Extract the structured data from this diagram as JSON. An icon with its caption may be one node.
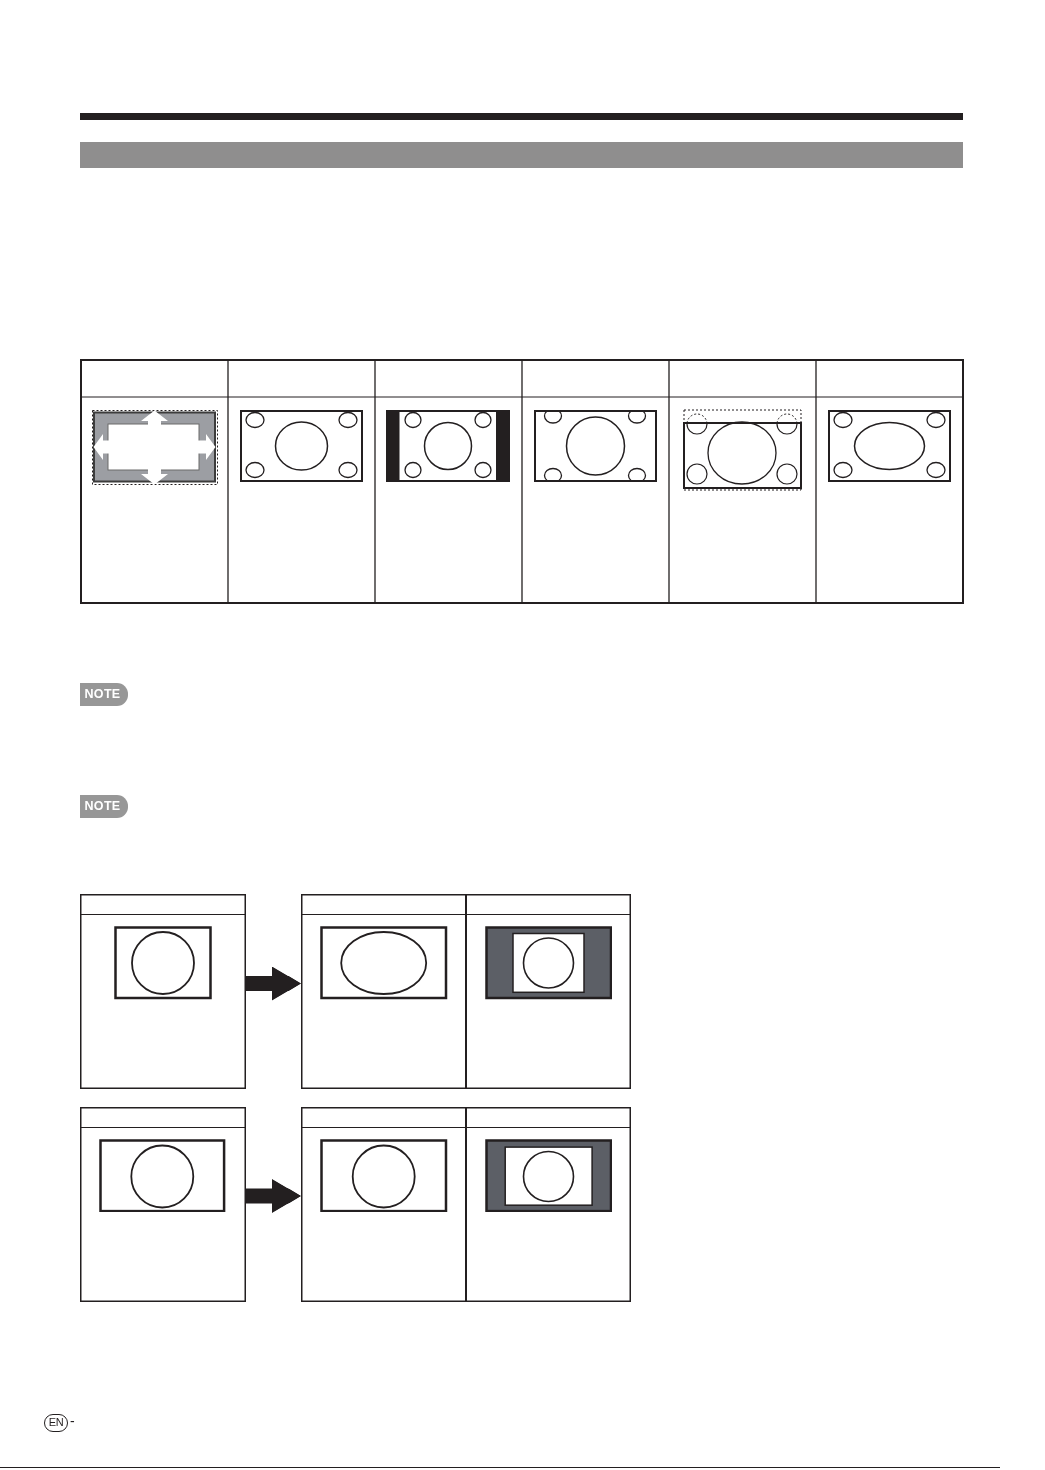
{
  "diagram": {
    "nodes": [
      {
        "text": [],
        "shape": "bar"
      },
      {
        "text": [
          "NOTE"
        ]
      },
      {
        "text": [
          "NOTE"
        ]
      },
      {
        "text": [],
        "shape": "box"
      },
      {
        "text": [],
        "shape": "box"
      },
      {
        "text": [],
        "shape": "box"
      },
      {
        "text": [],
        "shape": "box"
      },
      {
        "text": [
          "EN"
        ],
        "beside": [
          "-"
        ]
      }
    ],
    "edges": [
      {
        "from": 3,
        "to": 4,
        "arrow": "to"
      },
      {
        "from": 5,
        "to": 6,
        "arrow": "to"
      }
    ]
  }
}
